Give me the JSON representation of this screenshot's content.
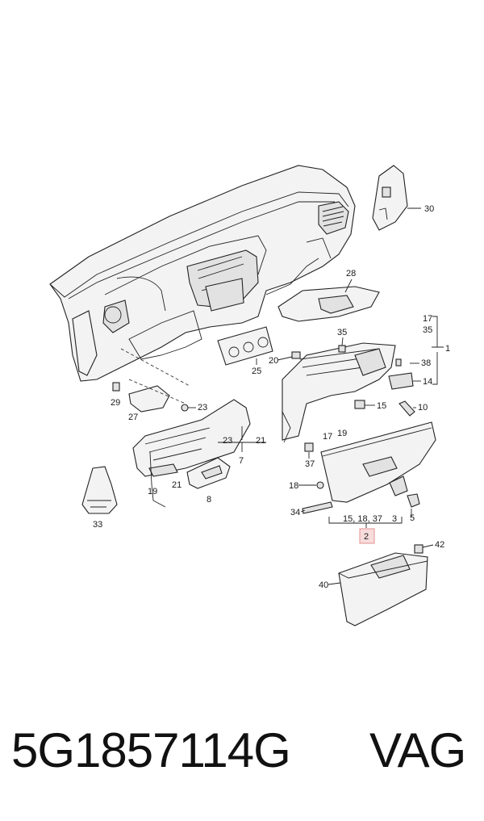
{
  "labels": {
    "l30": "30",
    "l28": "28",
    "l17": "17",
    "l35a": "35",
    "l1": "1",
    "l35": "35",
    "l20": "20",
    "l38": "38",
    "l14": "14",
    "l15": "15",
    "l10": "10",
    "l29": "29",
    "l27": "27",
    "l23a": "23",
    "l23b": "23",
    "l21a": "21",
    "l7": "7",
    "l25": "25",
    "l17b": "17",
    "l19a": "19",
    "l37": "37",
    "l19b": "19",
    "l21b": "21",
    "l8": "8",
    "l18": "18",
    "l34": "34",
    "l5": "5",
    "l33": "33",
    "lgroup": "15, 18, 37",
    "l3": "3",
    "l2": "2",
    "l40": "40",
    "l42": "42"
  },
  "caption": {
    "part_number": "5G1857114G",
    "brand": "VAG"
  },
  "colors": {
    "highlight_box": "#e8a0a0",
    "ink": "#222222"
  }
}
